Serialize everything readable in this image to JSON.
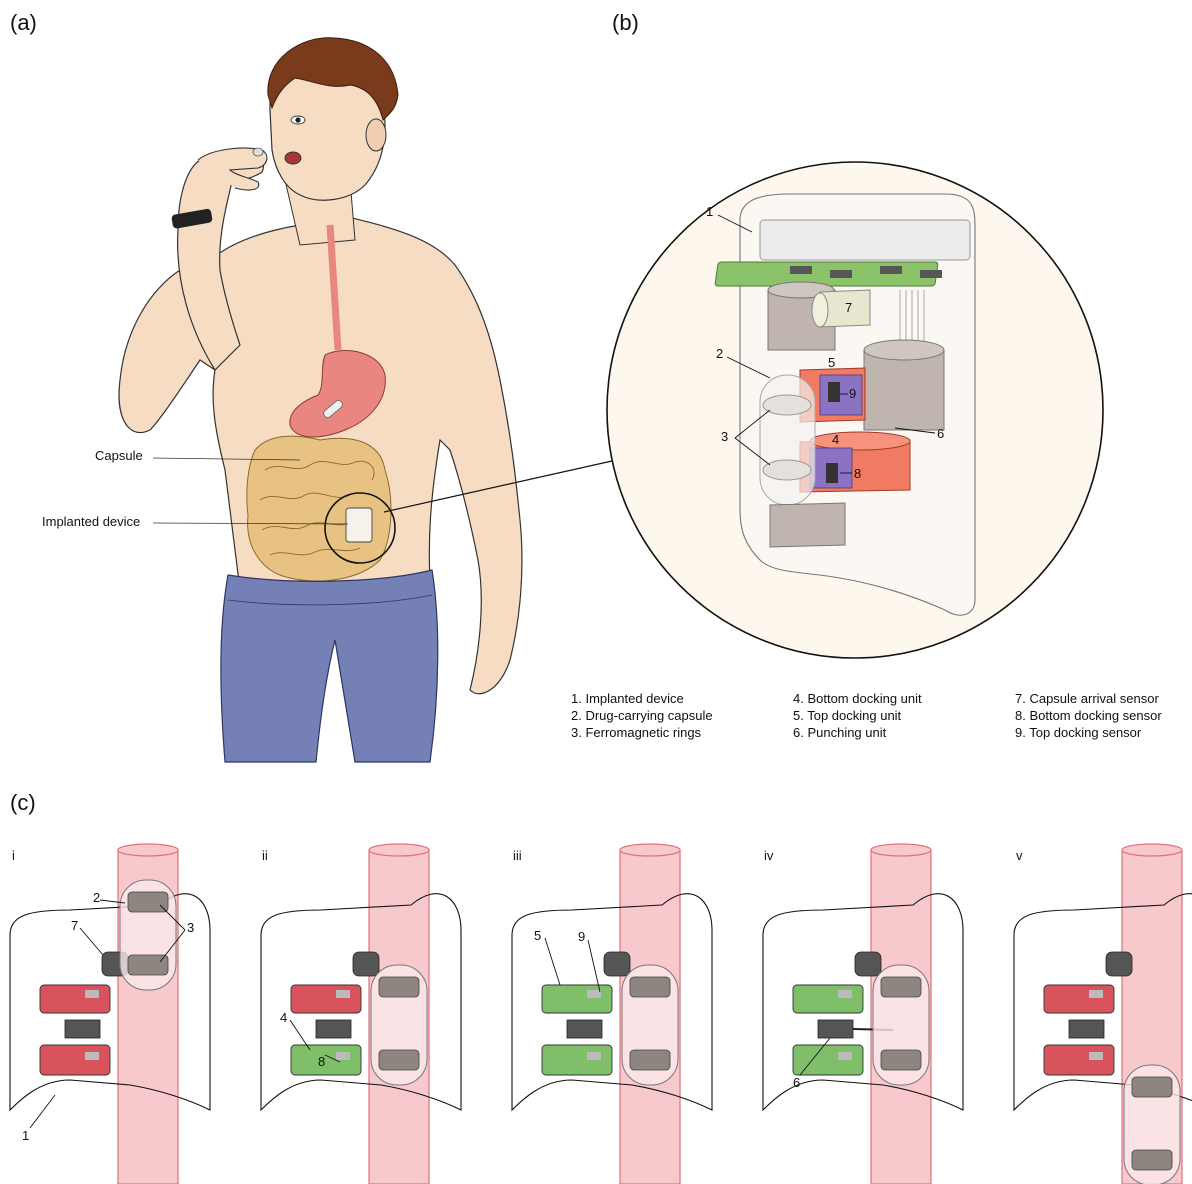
{
  "panels": {
    "a": "(a)",
    "b": "(b)",
    "c": "(c)"
  },
  "panel_a": {
    "capsule_label": "Capsule",
    "implanted_label": "Implanted device"
  },
  "panel_b": {
    "callouts": [
      "1",
      "2",
      "3",
      "4",
      "5",
      "6",
      "7",
      "8",
      "9"
    ]
  },
  "legend": [
    [
      "1. Implanted device",
      "2. Drug-carrying capsule",
      "3. Ferromagnetic rings"
    ],
    [
      "4. Bottom docking unit",
      "5. Top docking unit",
      "6. Punching unit"
    ],
    [
      "7. Capsule arrival sensor",
      "8. Bottom docking sensor",
      "9. Top docking sensor"
    ]
  ],
  "panel_c": {
    "steps": [
      "i",
      "ii",
      "iii",
      "iv",
      "v"
    ],
    "step_i_callouts": [
      "1",
      "2",
      "3",
      "7"
    ],
    "step_ii_callouts": [
      "4",
      "8"
    ],
    "step_iii_callouts": [
      "5",
      "9"
    ],
    "step_iv_callouts": [
      "6"
    ]
  },
  "colors": {
    "skin": "#f7dcc4",
    "jeans": "#7580b6",
    "stomach": "#e8867f",
    "intestine": "#e8c283",
    "tube": "#f4b6bb",
    "dock_red": "#d9535c",
    "dock_green": "#7fbf6a",
    "dock_orange": "#f07a62",
    "dock_purple": "#8c72c2",
    "pcb_green": "#8bc36a"
  }
}
